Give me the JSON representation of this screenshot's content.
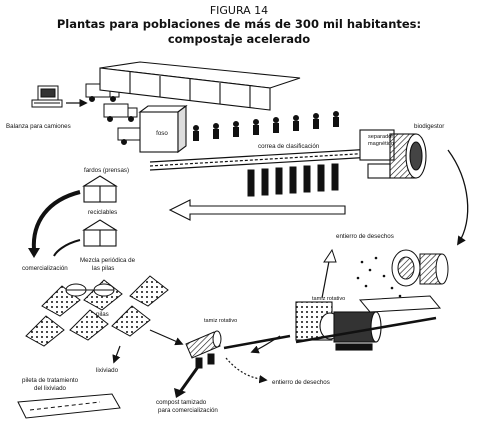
{
  "figure": {
    "number": "FIGURA 14",
    "title_line1": "Plantas para poblaciones de más de 300 mil habitantes:",
    "title_line2": "compostaje  acelerado"
  },
  "labels": {
    "scale": "Balanza para camiones",
    "pit": "foso",
    "sorting_belt": "correa de clasificación",
    "magnetic_separator_l1": "separador",
    "magnetic_separator_l2": "magnético",
    "digester": "biodigestor",
    "bales": "fardos (prensas)",
    "recyclables": "reciclables",
    "marketing": "comercialización",
    "pile_mixing_l1": "Mezcla periódica de",
    "pile_mixing_l2": "las pilas",
    "piles": "pilas",
    "waste_burial_top": "entierro de desechos",
    "rotary_screen_right": "tamiz rotativo",
    "rotary_screen_left": "tamiz rotativo",
    "leachate": "lixiviado",
    "leachate_pond_l1": "pileta de tratamiento",
    "leachate_pond_l2": "del lixiviado",
    "waste_burial_bottom": "entierro de desechos",
    "compost_l1": "compost  tamizado",
    "compost_l2": "para comercialización"
  }
}
